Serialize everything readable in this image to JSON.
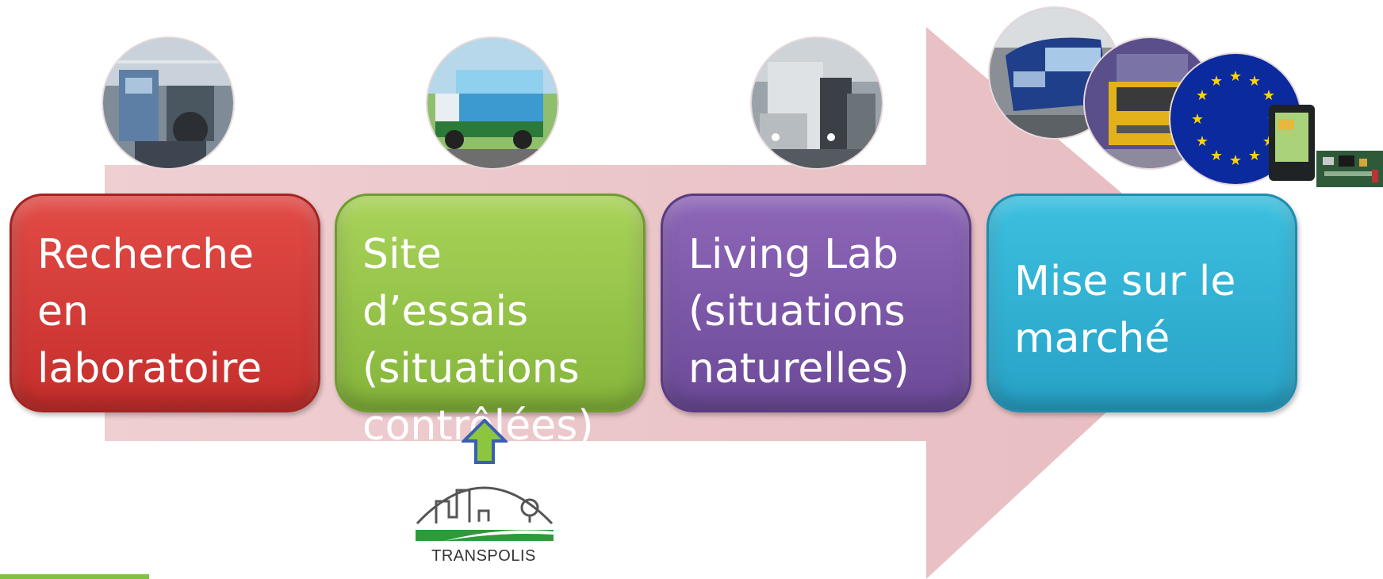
{
  "stages": [
    {
      "lines": [
        "Recherche",
        "en",
        "laboratoire"
      ],
      "color": "#d33a36"
    },
    {
      "lines": [
        "Site d’essais",
        "(situations",
        "contrôlées)"
      ],
      "color": "#96c448"
    },
    {
      "lines": [
        "Living Lab",
        "(situations",
        "naturelles)"
      ],
      "color": "#7b57a8"
    },
    {
      "lines": [
        "Mise sur le",
        "marché"
      ],
      "color": "#31b2d6"
    }
  ],
  "logo": {
    "text": "TRANSPOLIS",
    "color": "#2e9a3a"
  },
  "arrow_color": "#e9c3c6",
  "images": [
    "laboratory-photo",
    "electric-truck-photo",
    "traffic-photo",
    "tram-photo",
    "truck-photo",
    "eu-flag",
    "gps-device",
    "circuit-board"
  ]
}
